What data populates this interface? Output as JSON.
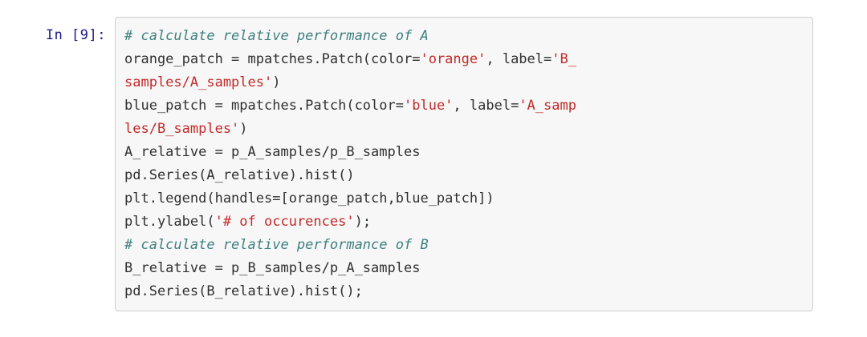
{
  "cell": {
    "prompt_label": "In [9]:",
    "prompt_color": "#1a1a8c",
    "background": "#f7f7f7",
    "border_color": "#cfcfcf",
    "colors": {
      "comment": "#3f7f7f",
      "string": "#c22a2a",
      "plain": "#303030",
      "page_background": "#ffffff"
    },
    "lines": [
      {
        "id": "line-1",
        "segments": [
          {
            "type": "comment",
            "text": "# calculate relative performance of A"
          }
        ]
      },
      {
        "id": "line-2",
        "segments": [
          {
            "type": "plain",
            "text": "orange_patch = mpatches.Patch(color="
          },
          {
            "type": "string",
            "text": "'orange'"
          },
          {
            "type": "plain",
            "text": ", label="
          },
          {
            "type": "string",
            "text": "'B_"
          }
        ]
      },
      {
        "id": "line-3",
        "segments": [
          {
            "type": "string",
            "text": "samples/A_samples'"
          },
          {
            "type": "plain",
            "text": ")"
          }
        ]
      },
      {
        "id": "line-4",
        "segments": [
          {
            "type": "plain",
            "text": "blue_patch = mpatches.Patch(color="
          },
          {
            "type": "string",
            "text": "'blue'"
          },
          {
            "type": "plain",
            "text": ", label="
          },
          {
            "type": "string",
            "text": "'A_samp"
          }
        ]
      },
      {
        "id": "line-5",
        "segments": [
          {
            "type": "string",
            "text": "les/B_samples'"
          },
          {
            "type": "plain",
            "text": ")"
          }
        ]
      },
      {
        "id": "line-6",
        "segments": [
          {
            "type": "plain",
            "text": "A_relative = p_A_samples/p_B_samples"
          }
        ]
      },
      {
        "id": "line-7",
        "segments": [
          {
            "type": "plain",
            "text": "pd.Series(A_relative).hist()"
          }
        ]
      },
      {
        "id": "line-8",
        "segments": [
          {
            "type": "plain",
            "text": "plt.legend(handles=[orange_patch,blue_patch])"
          }
        ]
      },
      {
        "id": "line-9",
        "segments": [
          {
            "type": "plain",
            "text": "plt.ylabel("
          },
          {
            "type": "string",
            "text": "'# of occurences'"
          },
          {
            "type": "plain",
            "text": ");"
          }
        ]
      },
      {
        "id": "line-10",
        "segments": [
          {
            "type": "comment",
            "text": "# calculate relative performance of B"
          }
        ]
      },
      {
        "id": "line-11",
        "segments": [
          {
            "type": "plain",
            "text": "B_relative = p_B_samples/p_A_samples"
          }
        ]
      },
      {
        "id": "line-12",
        "segments": [
          {
            "type": "plain",
            "text": "pd.Series(B_relative).hist();"
          }
        ]
      }
    ],
    "source_text": "# calculate relative performance of A\norange_patch = mpatches.Patch(color='orange', label='B_samples/A_samples')\nblue_patch = mpatches.Patch(color='blue', label='A_samples/B_samples')\nA_relative = p_A_samples/p_B_samples\npd.Series(A_relative).hist()\nplt.legend(handles=[orange_patch,blue_patch])\nplt.ylabel('# of occurences');\n# calculate relative performance of B\nB_relative = p_B_samples/p_A_samples\npd.Series(B_relative).hist();"
  }
}
